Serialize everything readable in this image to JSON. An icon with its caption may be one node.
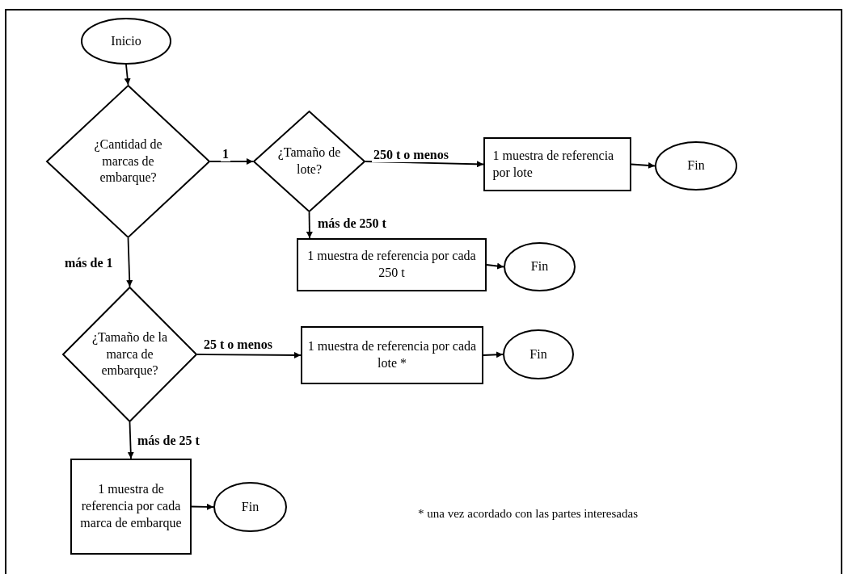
{
  "diagram": {
    "nodes": [
      {
        "text": [
          "Inicio"
        ]
      },
      {
        "text": [
          "¿Cantidad de marcas de embarque?"
        ]
      },
      {
        "text": [
          "¿Tamaño de lote?"
        ]
      },
      {
        "text": [
          "1 muestra de referencia por lote"
        ]
      },
      {
        "text": [
          "Fin"
        ]
      },
      {
        "text": [
          "1 muestra de referencia por cada 250 t"
        ]
      },
      {
        "text": [
          "Fin"
        ]
      },
      {
        "text": [
          "¿Tamaño de la marca de embarque?"
        ]
      },
      {
        "text": [
          "1 muestra de referencia por cada lote *"
        ]
      },
      {
        "text": [
          "Fin"
        ]
      },
      {
        "text": [
          "1 muestra de referencia por cada marca de embarque"
        ]
      },
      {
        "text": [
          "Fin"
        ]
      }
    ],
    "edges": [
      {
        "from": 0,
        "to": 1,
        "arrow": "to"
      },
      {
        "from": 1,
        "to": 2,
        "arrow": "to",
        "label": "1"
      },
      {
        "from": 2,
        "to": 3,
        "arrow": "to",
        "label": "250 t o menos"
      },
      {
        "from": 3,
        "to": 4,
        "arrow": "to"
      },
      {
        "from": 2,
        "to": 5,
        "arrow": "to",
        "label": "más de 250 t"
      },
      {
        "from": 5,
        "to": 6,
        "arrow": "to"
      },
      {
        "from": 1,
        "to": 7,
        "arrow": "to",
        "label": "más de 1"
      },
      {
        "from": 7,
        "to": 8,
        "arrow": "to",
        "label": "25 t o menos"
      },
      {
        "from": 8,
        "to": 9,
        "arrow": "to"
      },
      {
        "from": 7,
        "to": 10,
        "arrow": "to",
        "label": "más de 25 t"
      },
      {
        "from": 10,
        "to": 11,
        "arrow": "to"
      }
    ],
    "labels": [
      "* una vez acordado con las partes interesadas"
    ]
  }
}
